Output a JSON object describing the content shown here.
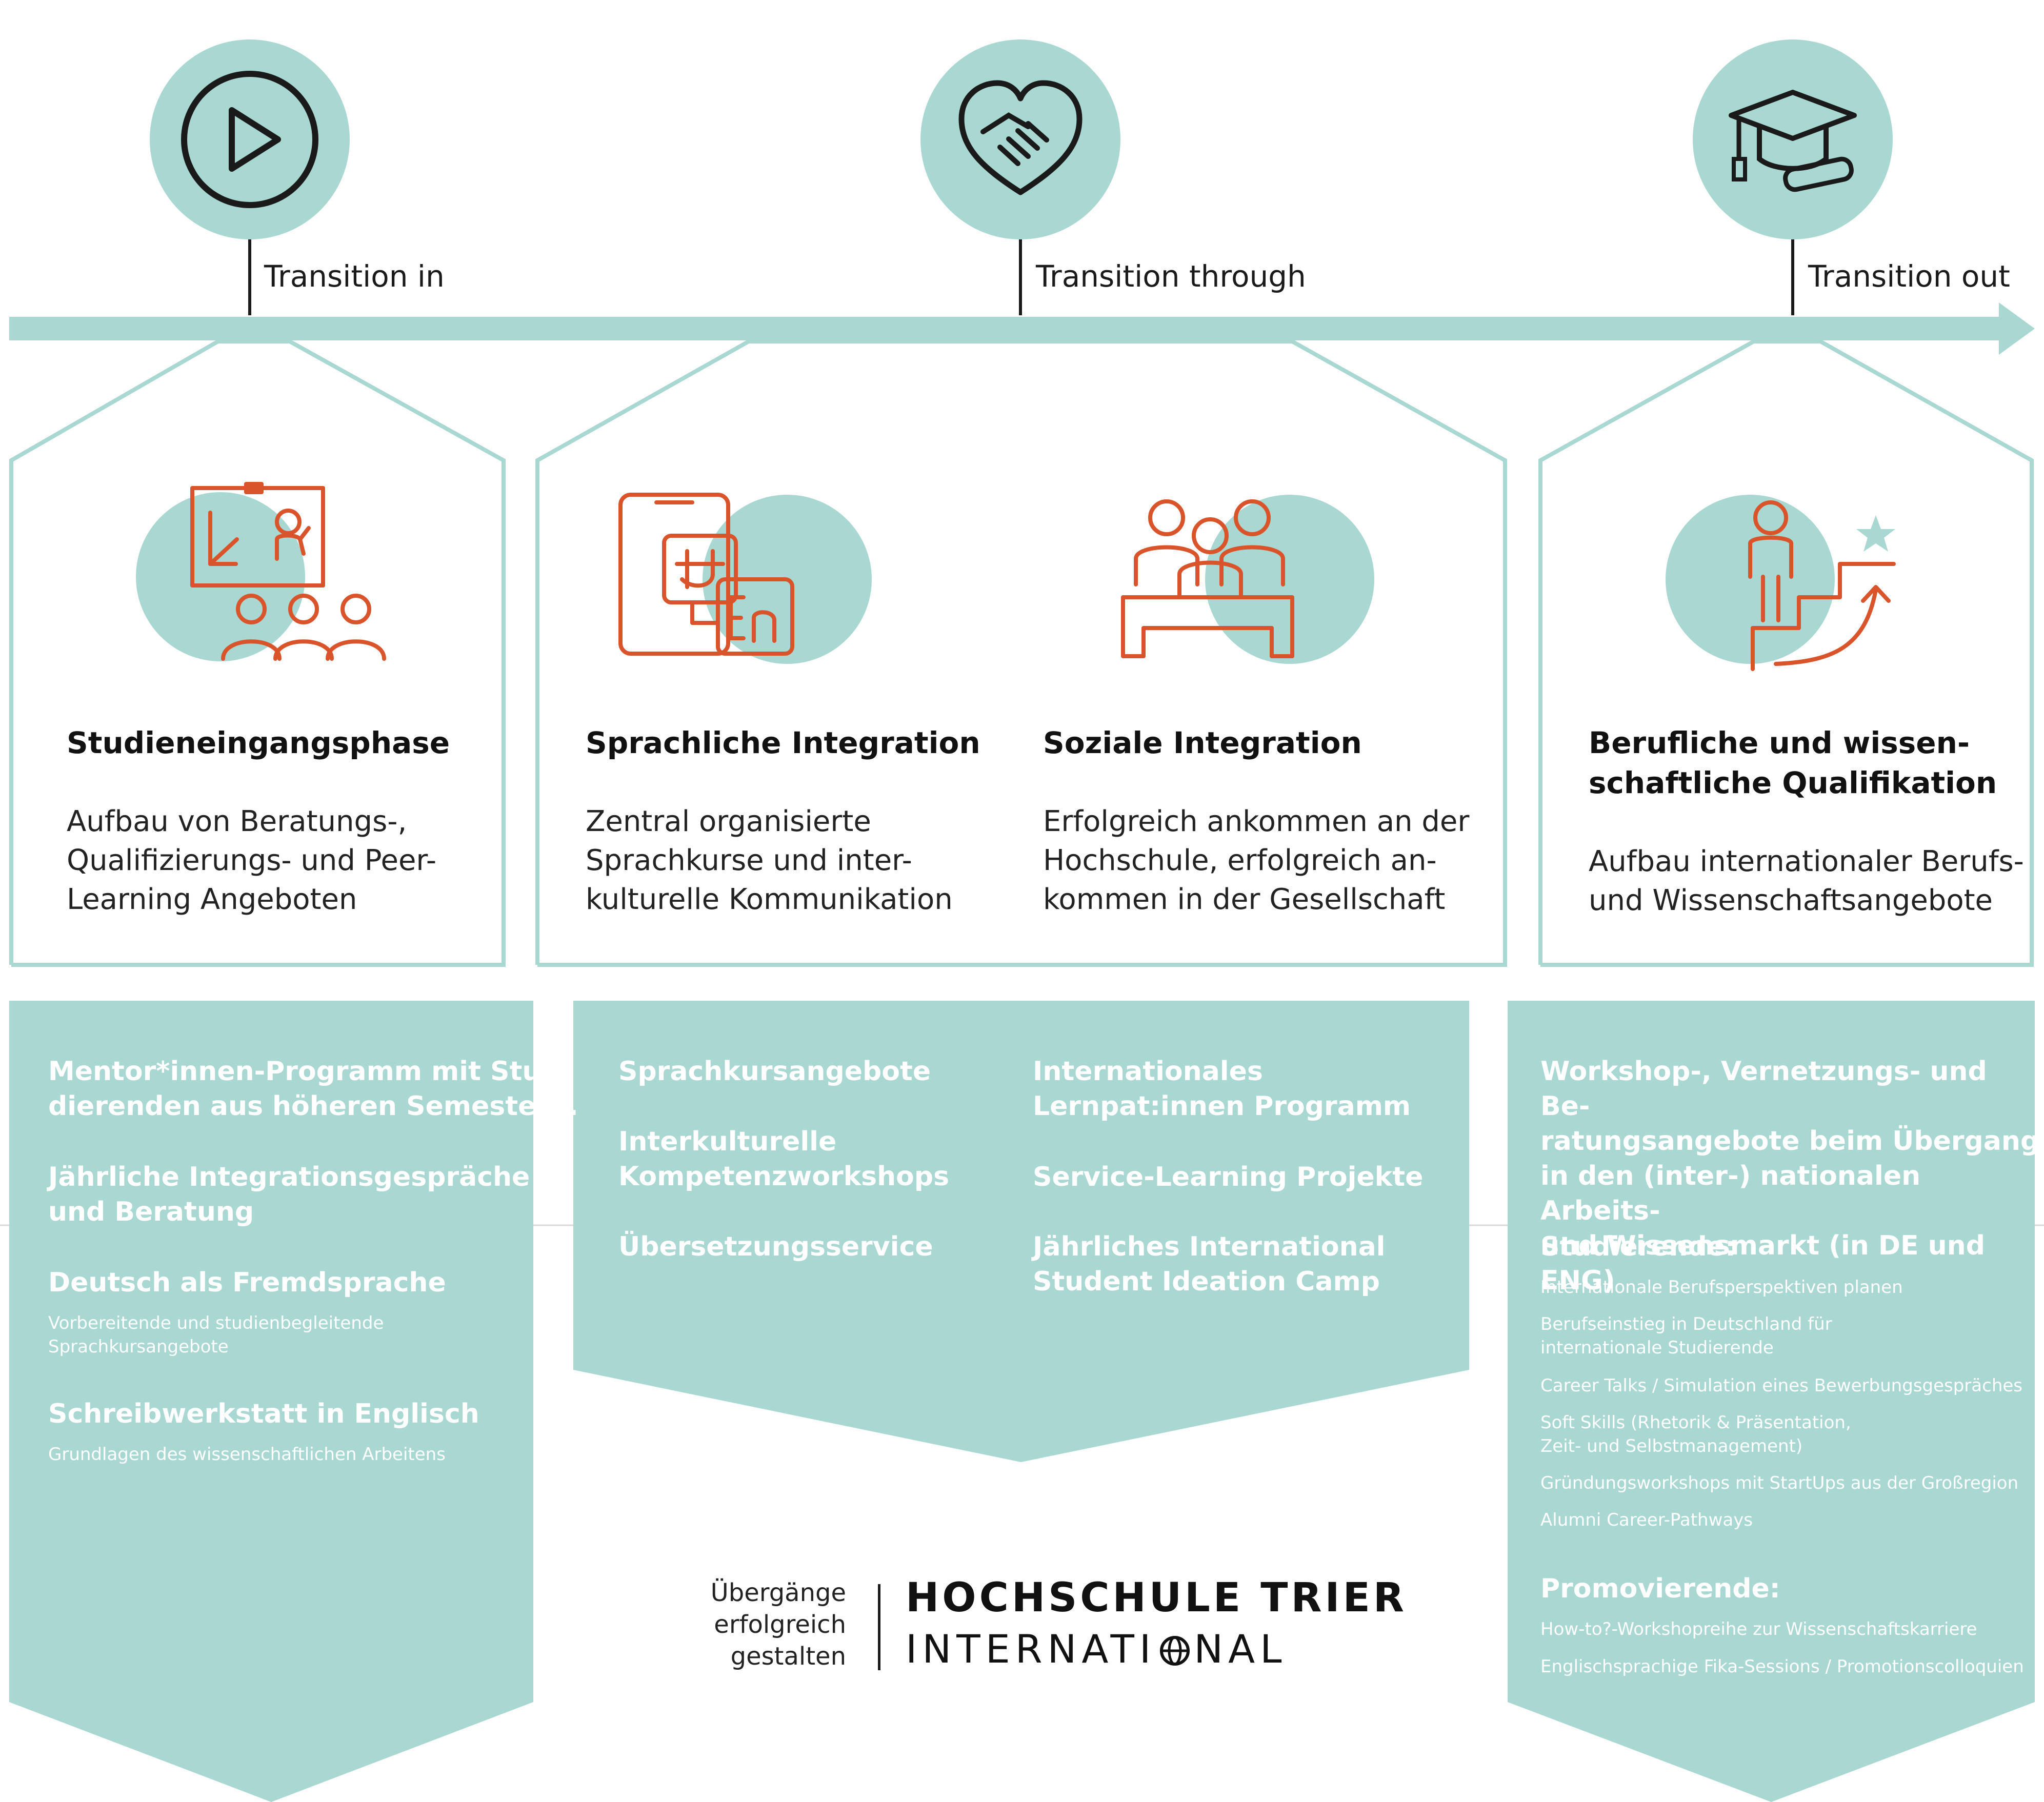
{
  "colors": {
    "teal": "#a9d8d2",
    "orange": "#d9542a",
    "dark": "#1a1a1a",
    "white": "#ffffff"
  },
  "timeline": {
    "stage_in": {
      "label": "Transition in",
      "icon": "play-icon"
    },
    "stage_through": {
      "label": "Transition through",
      "icon": "handshake-heart-icon"
    },
    "stage_out": {
      "label": "Transition out",
      "icon": "graduation-cap-icon"
    }
  },
  "boxes": {
    "studieneingang": {
      "icon": "teacher-presentation-icon",
      "title": "Studieneingangsphase",
      "desc": "Aufbau von Beratungs-,\nQualifizierungs- und Peer-\nLearning Angeboten"
    },
    "sprachlich": {
      "icon": "language-translate-icon",
      "title": "Sprachliche Integration",
      "desc": "Zentral organisierte\nSprachkurse und inter-\nkulturelle Kommunikation"
    },
    "sozial": {
      "icon": "group-table-icon",
      "title": "Soziale Integration",
      "desc": "Erfolgreich ankommen an der\nHochschule, erfolgreich an-\nkommen in der Gesellschaft"
    },
    "beruflich": {
      "icon": "career-stairs-icon",
      "title": "Berufliche und wissen-\nschaftliche Qualifikation",
      "desc": "Aufbau internationaler Berufs-\nund Wissenschaftsangebote"
    }
  },
  "panels": {
    "left": {
      "items": [
        {
          "title": "Mentor*innen-Programm mit Stu-\ndierenden aus höheren Semestern."
        },
        {
          "title": "Jährliche Integrationsgespräche\nund Beratung"
        },
        {
          "title": "Deutsch als Fremdsprache",
          "sub": "Vorbereitende und studienbegleitende\nSprachkursangebote"
        },
        {
          "title": "Schreibwerkstatt in Englisch",
          "sub": "Grundlagen des wissenschaftlichen Arbeitens"
        }
      ]
    },
    "middle": {
      "col1": [
        "Sprachkursangebote",
        "Interkulturelle\nKompetenzworkshops",
        "Übersetzungsservice"
      ],
      "col2": [
        "Internationales\nLernpat:innen Programm",
        "Service-Learning Projekte",
        "Jährliches International\nStudent Ideation Camp"
      ]
    },
    "right": {
      "intro": "Workshop-, Vernetzungs- und Be-\nratungsangebote beim Übergang\nin den (inter-) nationalen Arbeits-\nund Wissensmarkt (in DE und ENG)",
      "studierende_heading": "Studierende:",
      "studierende_items": [
        "Internationale Berufsperspektiven planen",
        "Berufseinstieg in Deutschland für\ninternationale Studierende",
        "Career Talks / Simulation eines Bewerbungsgespräches",
        "Soft Skills (Rhetorik & Präsentation,\nZeit- und Selbstmanagement)",
        "Gründungsworkshops mit StartUps aus der Großregion",
        "Alumni Career-Pathways"
      ],
      "promovierende_heading": "Promovierende:",
      "promovierende_items": [
        "How-to?-Workshopreihe zur Wissenschaftskarriere",
        "Englischsprachige Fika-Sessions / Promotionscolloquien"
      ]
    }
  },
  "logo": {
    "tagline": "Übergänge\nerfolgreich\ngestalten",
    "name_line1": "HOCHSCHULE TRIER",
    "name_line2_a": "INTERNATI",
    "name_line2_b": "NAL"
  }
}
